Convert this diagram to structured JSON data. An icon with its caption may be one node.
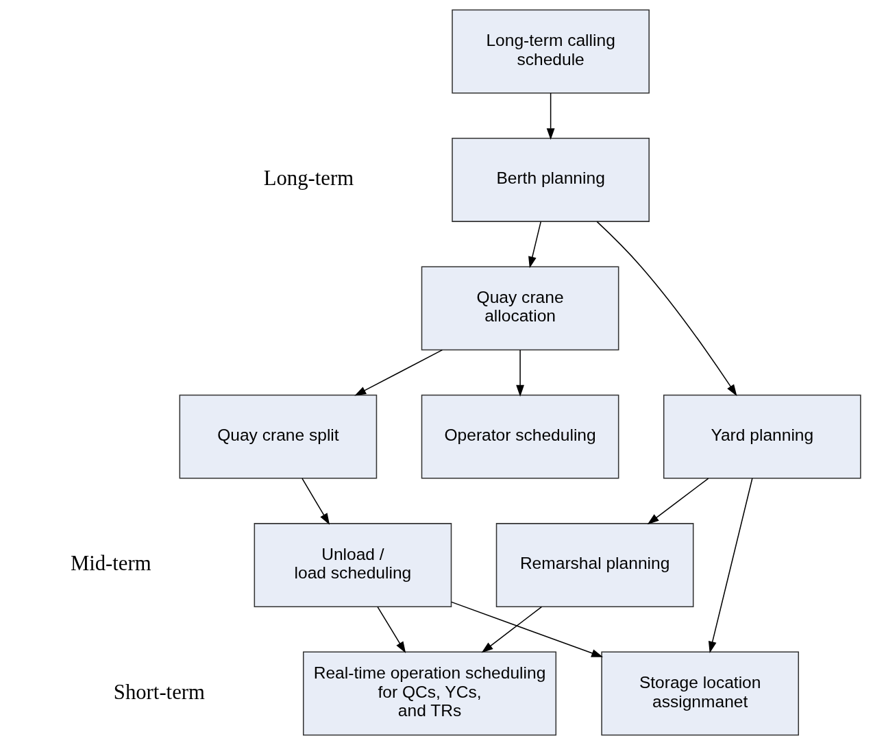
{
  "diagram": {
    "nodes": [
      {
        "text": [
          "Long-term calling schedule"
        ]
      },
      {
        "text": [
          "Berth planning"
        ]
      },
      {
        "text": [
          "Quay crane allocation"
        ]
      },
      {
        "text": [
          "Yard planning"
        ]
      },
      {
        "text": [
          "Quay crane split"
        ]
      },
      {
        "text": [
          "Operator scheduling"
        ]
      },
      {
        "text": [
          "Remarshal planning"
        ]
      },
      {
        "text": [
          "Unload / load scheduling"
        ]
      },
      {
        "text": [
          "Storage location assignmanet"
        ]
      },
      {
        "text": [
          "Real-time operation scheduling for QCs, YCs, and TRs"
        ]
      }
    ],
    "edges": [
      {
        "from": 0,
        "to": 1,
        "arrow": "to"
      },
      {
        "from": 1,
        "to": 2,
        "arrow": "to"
      },
      {
        "from": 1,
        "to": 3,
        "arrow": "to"
      },
      {
        "from": 2,
        "to": 4,
        "arrow": "to"
      },
      {
        "from": 2,
        "to": 5,
        "arrow": "to"
      },
      {
        "from": 3,
        "to": 6,
        "arrow": "to"
      },
      {
        "from": 3,
        "to": 8,
        "arrow": "to"
      },
      {
        "from": 4,
        "to": 7,
        "arrow": "to"
      },
      {
        "from": 6,
        "to": 9,
        "arrow": "to"
      },
      {
        "from": 7,
        "to": 8,
        "arrow": "to"
      },
      {
        "from": 7,
        "to": 9,
        "arrow": "to"
      }
    ],
    "labels": [
      "Long-term",
      "Mid-term",
      "Short-term"
    ]
  }
}
